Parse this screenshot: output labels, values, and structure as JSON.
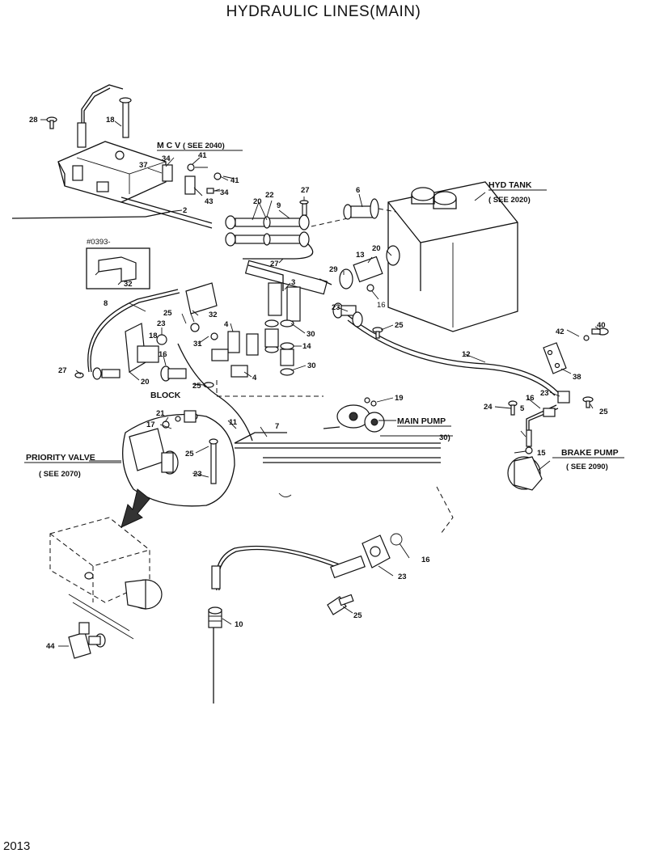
{
  "title": "HYDRAULIC LINES(MAIN)",
  "page_number": "2013",
  "callouts": {
    "mcv": "M C V",
    "mcv_ref": "( SEE 2040)",
    "hyd_tank": "HYD TANK",
    "hyd_tank_ref": "( SEE 2020)",
    "main_pump": "MAIN PUMP",
    "main_pump_ref": "30)",
    "brake_pump": "BRAKE PUMP",
    "brake_pump_ref": "( SEE 2090)",
    "priority_valve": "PRIORITY VALVE",
    "priority_valve_ref": "( SEE 2070)",
    "block": "BLOCK",
    "inset_code": "#0393-"
  },
  "part_numbers": {
    "p28": "28",
    "p18": "18",
    "p34a": "34",
    "p41a": "41",
    "p37": "37",
    "p41b": "41",
    "p34b": "34",
    "p43": "43",
    "p2": "2",
    "p20a": "20",
    "p22": "22",
    "p9": "9",
    "p27a": "27",
    "p6": "6",
    "p27b": "27",
    "p3": "3",
    "p29": "29",
    "p13": "13",
    "p20b": "20",
    "p16a": "16",
    "p32a": "32",
    "p8": "8",
    "p32b": "32",
    "p25a": "25",
    "p23a": "23",
    "p4a": "4",
    "p31": "31",
    "p30a": "30",
    "p14": "14",
    "p23b": "23",
    "p25b": "25",
    "p16b": "16",
    "p18b": "18",
    "p27c": "27",
    "p20c": "20",
    "p4b": "4",
    "p30b": "30",
    "p25c": "25",
    "p19": "19",
    "p12": "12",
    "p42": "42",
    "p40": "40",
    "p38": "38",
    "p21": "21",
    "p17": "17",
    "p11": "11",
    "p7": "7",
    "p25d": "25",
    "p23c": "23",
    "p24": "24",
    "p16c": "16",
    "p23d": "23",
    "p5": "5",
    "p25e": "25",
    "p15": "15",
    "p16d": "16",
    "p23e": "23",
    "p10": "10",
    "p25f": "25",
    "p44": "44"
  }
}
